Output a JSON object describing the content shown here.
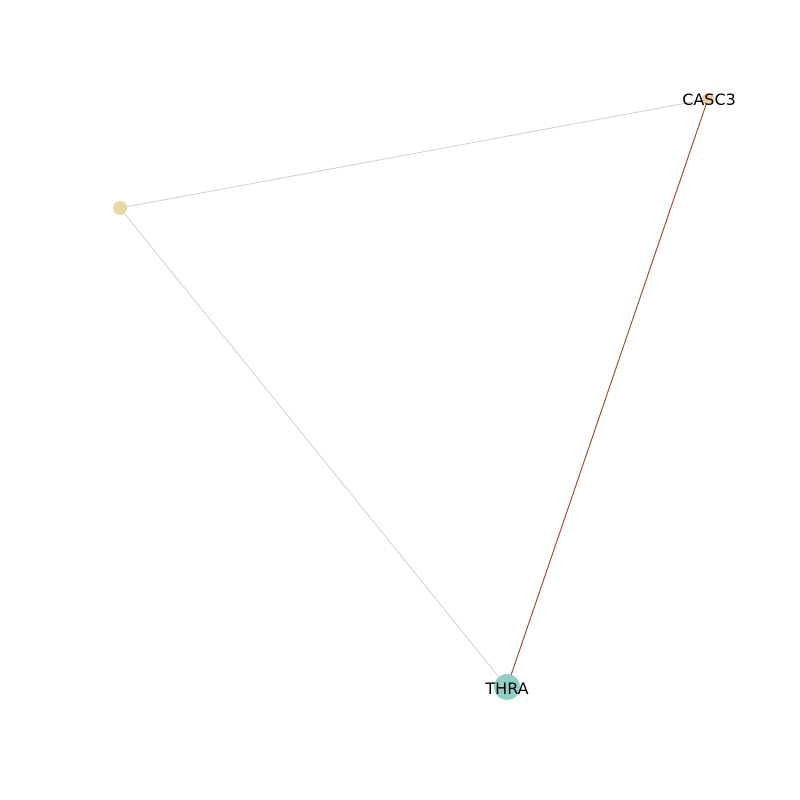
{
  "graph": {
    "nodes": [
      {
        "id": "n_left",
        "label": "",
        "color": "#e8d6a8",
        "size": "small"
      },
      {
        "id": "n_casc3",
        "label": "CASC3",
        "color": "#f0d09a",
        "size": "small"
      },
      {
        "id": "n_thra",
        "label": "THRA",
        "color": "#8fcfc8",
        "size": "large"
      }
    ],
    "edges": [
      {
        "source": "n_left",
        "target": "n_casc3",
        "color": "#c8c8c8"
      },
      {
        "source": "n_left",
        "target": "n_thra",
        "color": "#c8c8c8"
      },
      {
        "source": "n_casc3",
        "target": "n_thra",
        "color": "#9a3a22"
      }
    ]
  }
}
